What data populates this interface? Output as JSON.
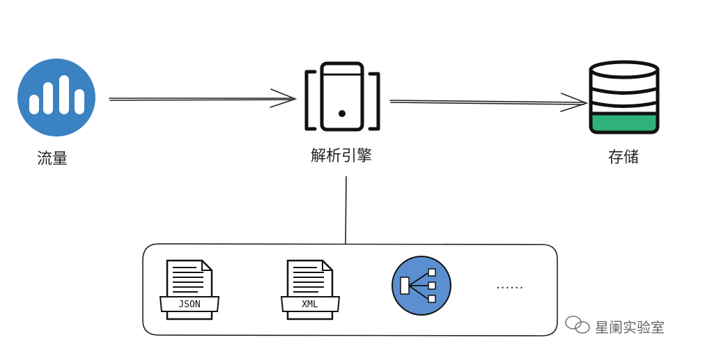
{
  "nodes": {
    "traffic": {
      "label": "流量",
      "icon": "bar-chart-icon",
      "color": "#3a82c1"
    },
    "engine": {
      "label": "解析引擎",
      "icon": "server-device-icon"
    },
    "storage": {
      "label": "存储",
      "icon": "database-icon",
      "accent": "#2fb27a"
    }
  },
  "formats": {
    "items": [
      {
        "label": "JSON",
        "icon": "json-file-icon"
      },
      {
        "label": "XML",
        "icon": "xml-file-icon"
      },
      {
        "icon": "tree-structure-icon",
        "color": "#5b8fd0"
      }
    ],
    "more": "......"
  },
  "watermark": {
    "text": "星阑实验室",
    "icon": "wechat-icon"
  }
}
